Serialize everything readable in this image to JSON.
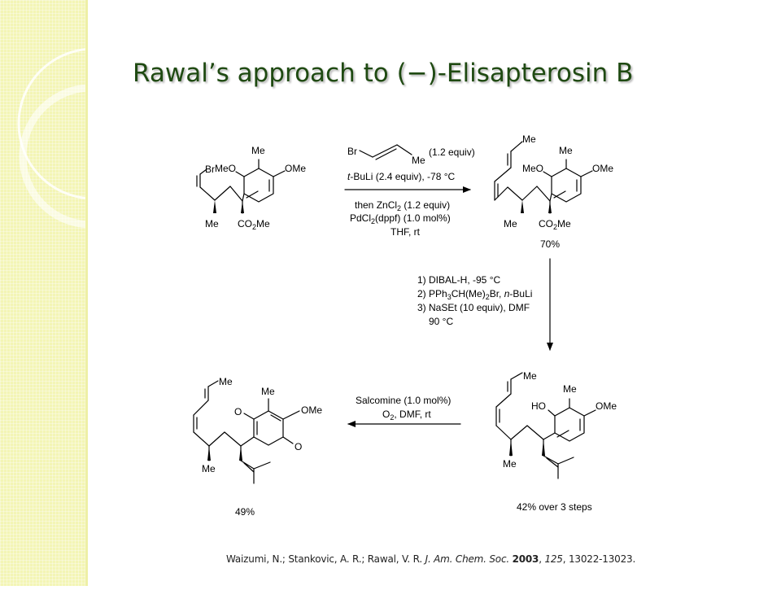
{
  "slide": {
    "title": "Rawal’s approach to (−)-Elisapterosin B"
  },
  "scheme": {
    "sm_labels": {
      "br": "Br",
      "meo": "MeO",
      "me_top": "Me",
      "ome": "OMe",
      "me_chain": "Me",
      "co2me": "CO",
      "co2me_sub": "2",
      "co2me_end": "Me"
    },
    "step1": {
      "reagent_br": "Br",
      "reagent_me": "Me",
      "reagent_equiv": "(1.2 equiv)",
      "line1_italic": "t",
      "line1_rest": "-BuLi (2.4 equiv), -78 °C",
      "line2_a": "then ZnCl",
      "line2_sub": "2",
      "line2_b": " (1.2 equiv)",
      "line3_a": "PdCl",
      "line3_sub": "2",
      "line3_b": "(dppf) (1.0 mol%)",
      "line4": "THF, rt"
    },
    "p1_labels": {
      "me_diene": "Me",
      "meo": "MeO",
      "me_top": "Me",
      "ome": "OMe",
      "me_chain": "Me",
      "co2me": "CO",
      "co2me_sub": "2",
      "co2me_end": "Me"
    },
    "p1_yield": "70%",
    "step2": {
      "l1": "1) DIBAL-H, -95 °C",
      "l2_a": "2) PPh",
      "l2_sub1": "3",
      "l2_b": "CH(Me)",
      "l2_sub2": "2",
      "l2_c": "Br, ",
      "l2_it": "n",
      "l2_d": "-BuLi",
      "l3": "3) NaSEt (10 equiv), DMF",
      "l4": "90 °C"
    },
    "p2_labels": {
      "me_diene": "Me",
      "ho": "HO",
      "me_top": "Me",
      "ome": "OMe",
      "me_chain": "Me"
    },
    "p2_yield": "42% over 3 steps",
    "step3": {
      "l1": "Salcomine (1.0 mol%)",
      "l2_a": "O",
      "l2_sub": "2",
      "l2_b": ", DMF, rt"
    },
    "p3_labels": {
      "me_diene": "Me",
      "me_top": "Me",
      "ome": "OMe",
      "o_top": "O",
      "o_bot": "O",
      "me_chain": "Me"
    },
    "p3_yield": "49%"
  },
  "citation": {
    "authors": "Waizumi, N.; Stankovic, A. R.; Rawal, V. R. ",
    "journal": "J. Am. Chem. Soc.",
    "year": "2003",
    "volume": "125",
    "pages": "13022-13023."
  }
}
